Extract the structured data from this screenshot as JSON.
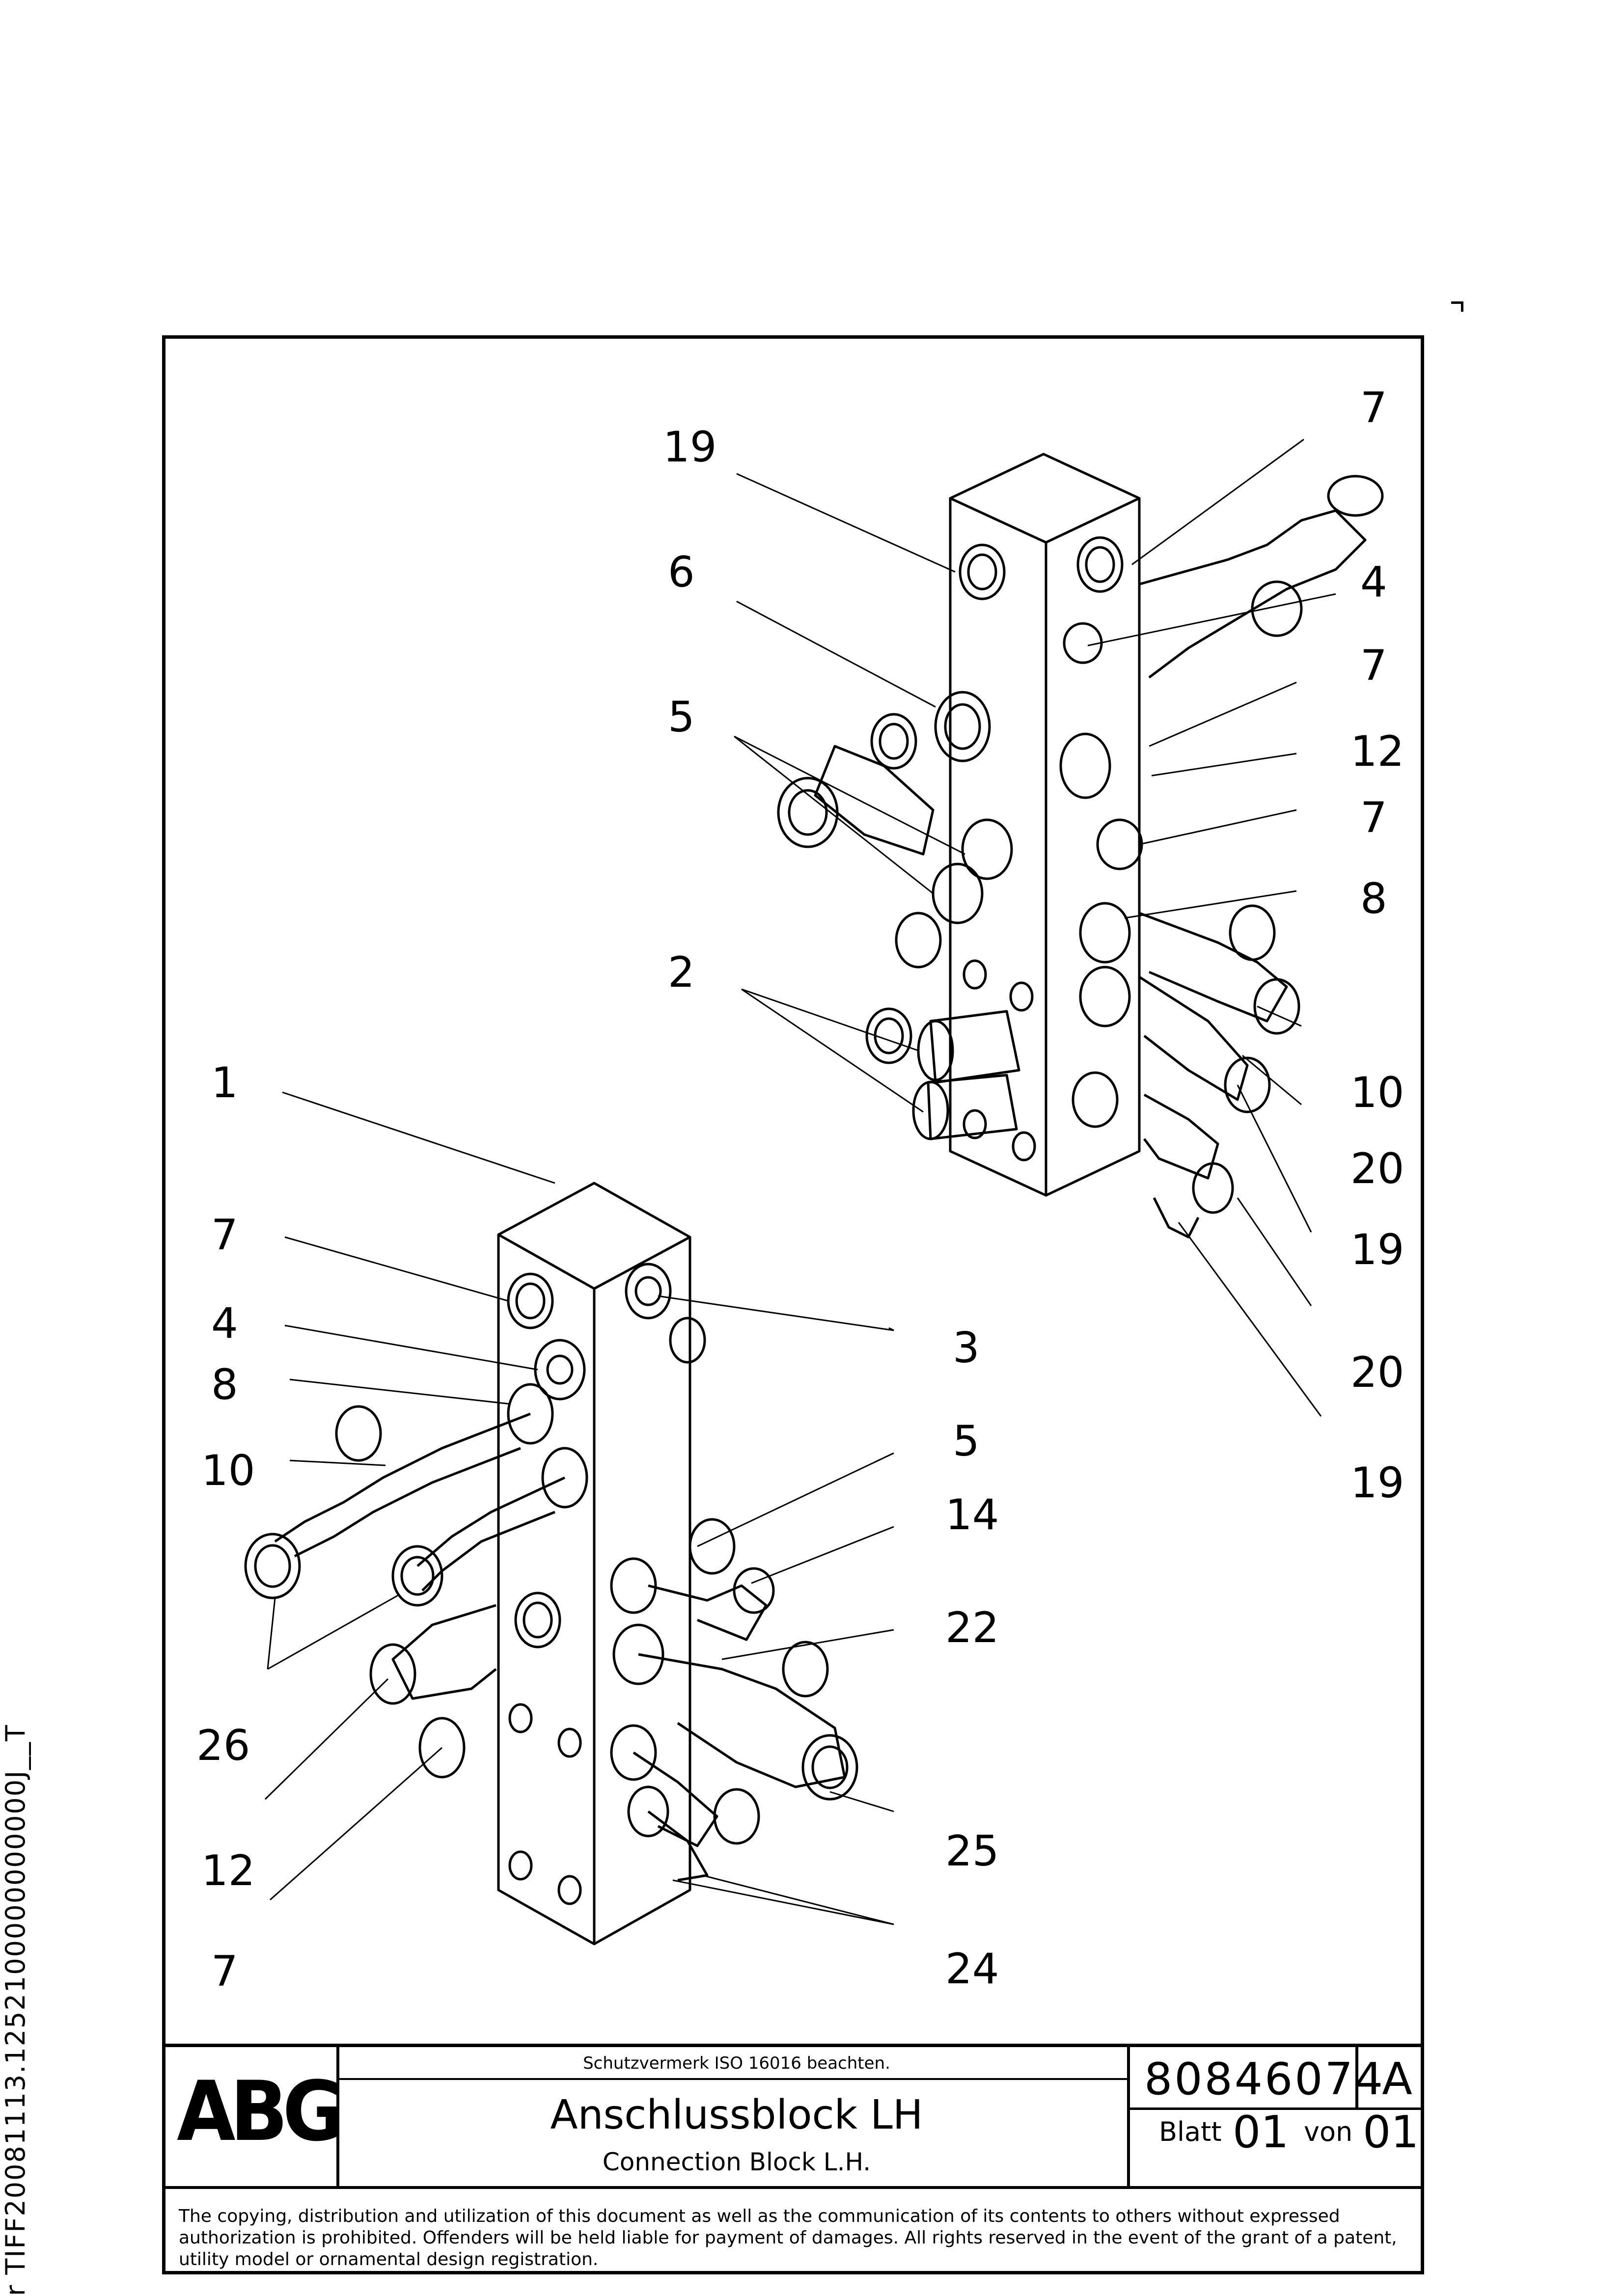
{
  "side_code": "r TIFF20081113.1252100000000000J__T",
  "callouts": [
    "1",
    "2",
    "3",
    "4",
    "4",
    "5",
    "5",
    "6",
    "7",
    "7",
    "7",
    "7",
    "7",
    "8",
    "8",
    "10",
    "10",
    "12",
    "12",
    "14",
    "19",
    "19",
    "19",
    "20",
    "20",
    "22",
    "24",
    "25",
    "26"
  ],
  "title_block": {
    "logo": "ABG",
    "protection_note": "Schutzvermerk ISO 16016 beachten.",
    "title_de": "Anschlussblock LH",
    "title_en": "Connection Block L.H.",
    "drawing_number": "80846074",
    "revision": "A",
    "sheet_label": "Blatt",
    "sheet_number": "01",
    "of_label": "von",
    "sheet_total": "01",
    "copyright": "The copying, distribution and utilization of this document as well as the communication of its contents to others without expressed authorization is prohibited. Offenders will be held liable for payment of damages. All rights reserved in the event of the grant of a patent, utility model or ornamental design registration."
  }
}
